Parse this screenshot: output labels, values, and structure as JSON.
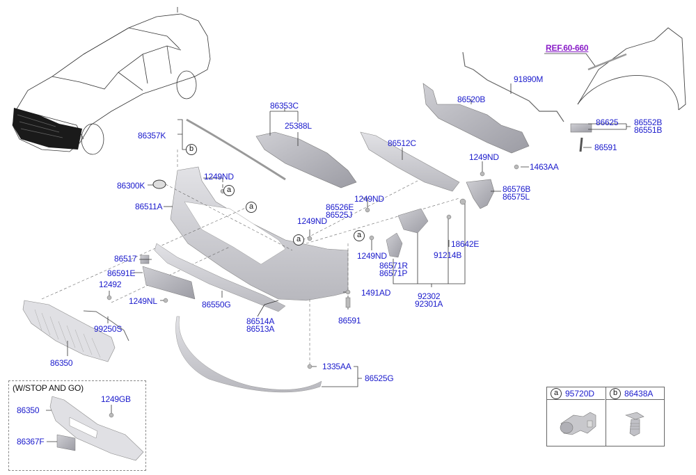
{
  "diagram": {
    "type": "parts-exploded-view",
    "subject": "Front bumper assembly",
    "reference": {
      "label": "REF.60-660",
      "color": "#8a1ec8"
    },
    "label_color": "#1a1acc",
    "labels": [
      {
        "id": "91890M",
        "text": "91890M"
      },
      {
        "id": "86520B",
        "text": "86520B"
      },
      {
        "id": "86353C",
        "text": "86353C"
      },
      {
        "id": "25388L",
        "text": "25388L"
      },
      {
        "id": "86357K",
        "text": "86357K"
      },
      {
        "id": "86512C",
        "text": "86512C"
      },
      {
        "id": "86625",
        "text": "86625"
      },
      {
        "id": "86552B",
        "text": "86552B"
      },
      {
        "id": "86551B",
        "text": "86551B"
      },
      {
        "id": "86591-fender",
        "text": "86591"
      },
      {
        "id": "1249ND-top-right",
        "text": "1249ND"
      },
      {
        "id": "1463AA",
        "text": "1463AA"
      },
      {
        "id": "86576B",
        "text": "86576B"
      },
      {
        "id": "86575L",
        "text": "86575L"
      },
      {
        "id": "86300K",
        "text": "86300K"
      },
      {
        "id": "1249ND-upper-left",
        "text": "1249ND"
      },
      {
        "id": "86511A",
        "text": "86511A"
      },
      {
        "id": "86526E",
        "text": "86526E"
      },
      {
        "id": "86525J",
        "text": "86525J"
      },
      {
        "id": "1249ND-right-of-bumper",
        "text": "1249ND"
      },
      {
        "id": "1249ND-center",
        "text": "1249ND"
      },
      {
        "id": "18642E",
        "text": "18642E"
      },
      {
        "id": "1249ND-lower",
        "text": "1249ND"
      },
      {
        "id": "86517",
        "text": "86517"
      },
      {
        "id": "86571R",
        "text": "86571R"
      },
      {
        "id": "86571P",
        "text": "86571P"
      },
      {
        "id": "91214B",
        "text": "91214B"
      },
      {
        "id": "86591E",
        "text": "86591E"
      },
      {
        "id": "12492",
        "text": "12492"
      },
      {
        "id": "1491AD",
        "text": "1491AD"
      },
      {
        "id": "92302",
        "text": "92302"
      },
      {
        "id": "92301A",
        "text": "92301A"
      },
      {
        "id": "1249NL",
        "text": "1249NL"
      },
      {
        "id": "86550G",
        "text": "86550G"
      },
      {
        "id": "86514A",
        "text": "86514A"
      },
      {
        "id": "86513A",
        "text": "86513A"
      },
      {
        "id": "86591-bottom",
        "text": "86591"
      },
      {
        "id": "99250S",
        "text": "99250S"
      },
      {
        "id": "86350",
        "text": "86350"
      },
      {
        "id": "1335AA",
        "text": "1335AA"
      },
      {
        "id": "86525G",
        "text": "86525G"
      }
    ],
    "callouts": {
      "a": "a",
      "b": "b"
    },
    "variant_box": {
      "title": "(W/STOP AND GO)",
      "labels": [
        {
          "id": "86350-variant",
          "text": "86350"
        },
        {
          "id": "1249GB",
          "text": "1249GB"
        },
        {
          "id": "86367F",
          "text": "86367F"
        }
      ]
    },
    "legend": [
      {
        "callout": "a",
        "part": "95720D",
        "depicts": "parking-sensor"
      },
      {
        "callout": "b",
        "part": "86438A",
        "depicts": "push-clip"
      }
    ]
  }
}
